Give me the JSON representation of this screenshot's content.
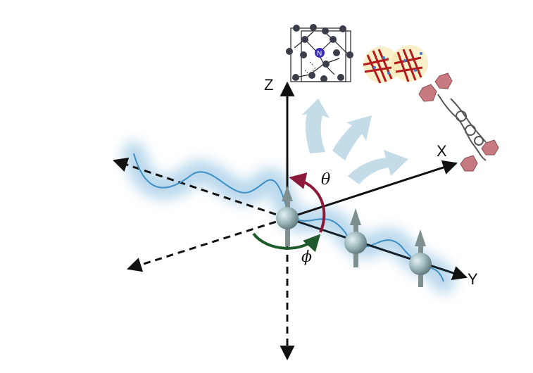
{
  "figure": {
    "type": "3D spin-wave coordinate diagram",
    "axes": {
      "x": {
        "label": "X"
      },
      "y": {
        "label": "Y"
      },
      "z": {
        "label": "Z"
      }
    },
    "angles": {
      "theta": {
        "label": "θ",
        "color": "#8b1a3a"
      },
      "phi": {
        "label": "ϕ",
        "color": "#1f5a2c"
      }
    },
    "insets": [
      {
        "name": "diamond-nv-center-lattice",
        "highlight_atom_label": "N",
        "highlight_color": "#3a2fb5"
      },
      {
        "name": "fluorescent-protein-dimer",
        "color": "#c0201c"
      },
      {
        "name": "molecular-complex-chain",
        "polyhedra_color": "#c77b80"
      }
    ],
    "colors": {
      "wave": "#3d8fc4",
      "wave_glow": "#a9cfe8",
      "spin_sphere": "#9fb9be",
      "spin_arrow": "#7f8f8f",
      "direction_arrows": "#c4dbe8",
      "axis": "#111111"
    },
    "spin_count": 3
  }
}
